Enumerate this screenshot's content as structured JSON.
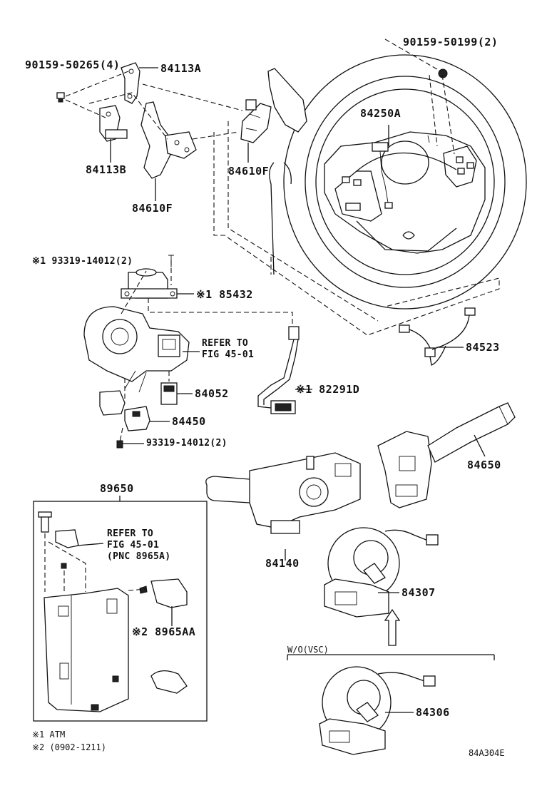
{
  "labels": {
    "bolt_90159_50265": "90159-50265(4)",
    "bracket_84113A": "84113A",
    "bracket_84113B": "84113B",
    "paddle_84610F_left": "84610F",
    "paddle_84610F_right": "84610F",
    "bolt_90159_50199": "90159-50199(2)",
    "switch_84250A": "84250A",
    "screw_93319_top": "※1 93319-14012(2)",
    "sensor_85432": "※1 85432",
    "refer_fig_1_line1": "REFER TO",
    "refer_fig_1_line2": "FIG 45-01",
    "wire_82291D": "※1 82291D",
    "switch_84052": "84052",
    "switch_84450": "84450",
    "screw_93319_bottom": "93319-14012(2)",
    "harness_84523": "84523",
    "lever_84650": "84650",
    "assembly_89650": "89650",
    "refer_fig_2_line1": "REFER TO",
    "refer_fig_2_line2": "FIG 45-01",
    "refer_fig_2_line3": "(PNC 8965A)",
    "switch_84140": "84140",
    "spiral_84307": "84307",
    "cover_8965AA": "※2 8965AA",
    "variant_wo_vsc": "W/O(VSC)",
    "spiral_84306": "84306",
    "footnote_1": "※1 ATM",
    "footnote_2": "※2 (0902-1211)",
    "figure_code": "84A304E"
  }
}
